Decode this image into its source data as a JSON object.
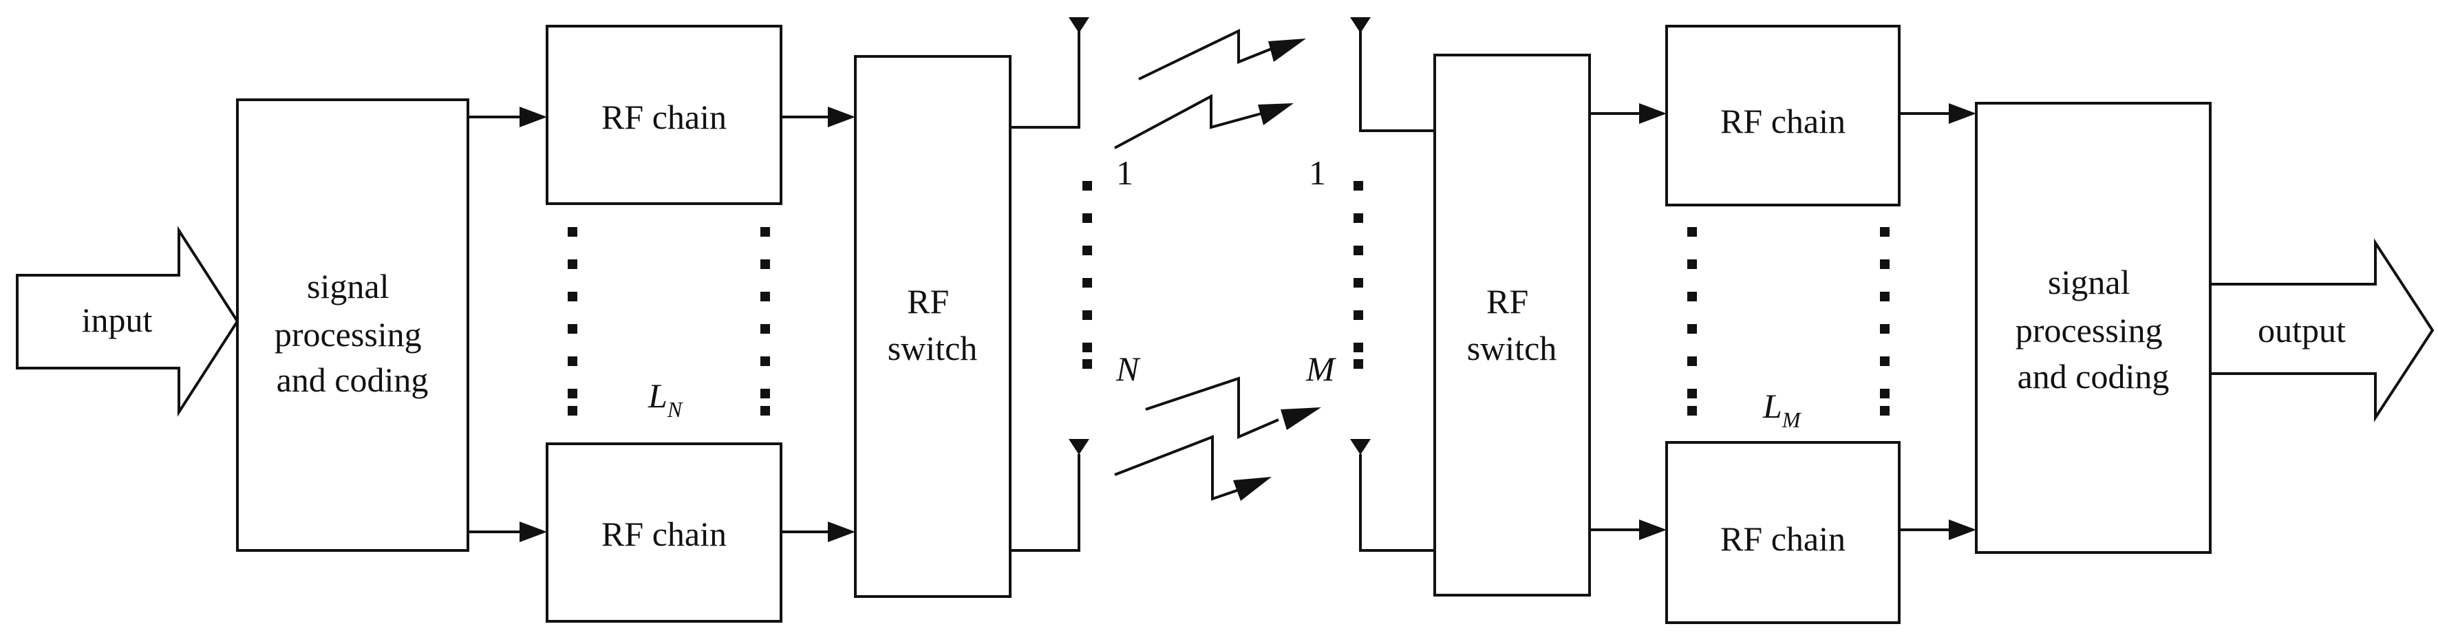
{
  "diagram": {
    "input_label": "input",
    "output_label": "output",
    "tx_processing": [
      "signal",
      "processing",
      "and coding"
    ],
    "rx_processing": [
      "signal",
      "processing",
      "and coding"
    ],
    "tx_rf_chain_top": "RF chain",
    "tx_rf_chain_bottom": "RF chain",
    "rx_rf_chain_top": "RF chain",
    "rx_rf_chain_bottom": "RF chain",
    "tx_switch": [
      "RF",
      "switch"
    ],
    "rx_switch": [
      "RF",
      "switch"
    ],
    "tx_chain_count": "L",
    "tx_chain_count_sub": "N",
    "rx_chain_count": "L",
    "rx_chain_count_sub": "M",
    "tx_antenna_first": "1",
    "tx_antenna_last": "N",
    "rx_antenna_first": "1",
    "rx_antenna_last": "M"
  }
}
